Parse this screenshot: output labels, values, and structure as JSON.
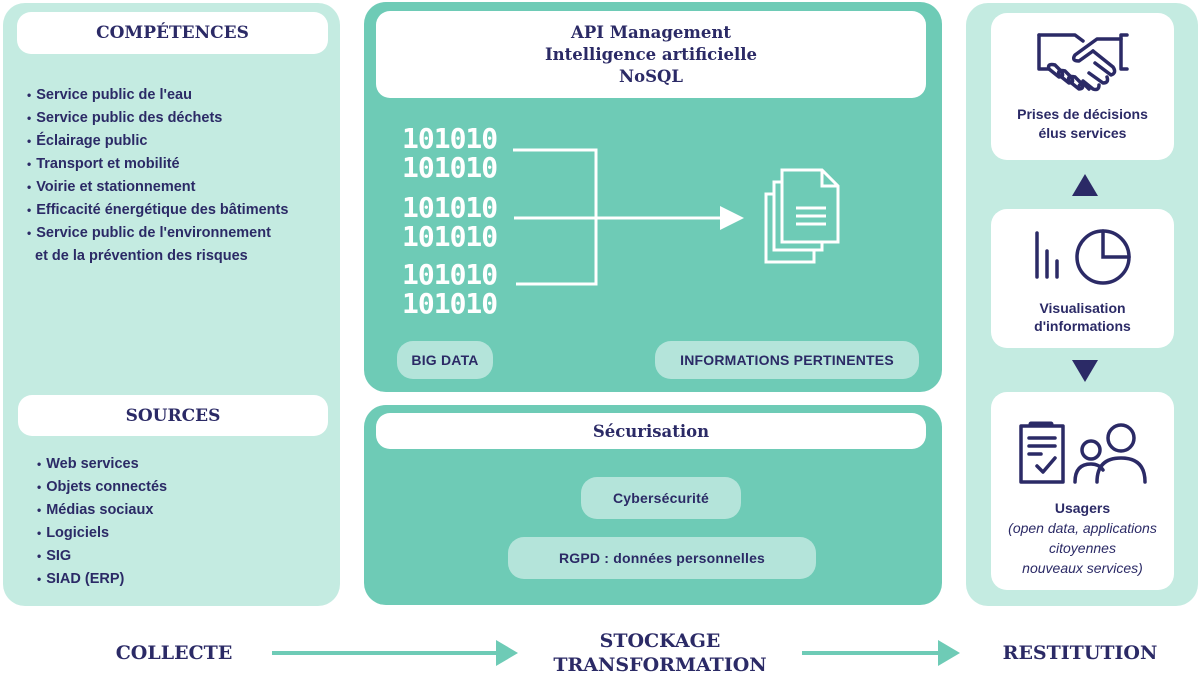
{
  "collecte": {
    "competences": {
      "title": "COMPÉTENCES",
      "items": [
        "Service public de l'eau",
        "Service public des déchets",
        "Éclairage public",
        "Transport et mobilité",
        "Voirie et stationnement",
        "Efficacité énergétique  des bâtiments",
        "Service public  de l'environnement"
      ],
      "continuation": "et de la prévention des risques"
    },
    "sources": {
      "title": "SOURCES",
      "items": [
        "Web services",
        "Objets connectés",
        "Médias sociaux",
        "Logiciels",
        "SIG",
        "SIAD (ERP)"
      ]
    }
  },
  "stockage": {
    "header_lines": [
      "API Management",
      "Intelligence artificielle",
      "NoSQL"
    ],
    "binary_rows": [
      "101010",
      "101010",
      "101010",
      "101010",
      "101010",
      "101010"
    ],
    "big_data_label": "BIG DATA",
    "informations_label": "INFORMATIONS PERTINENTES",
    "icons": {
      "binary": "binary-data-icon",
      "arrow": "merge-arrow-icon",
      "documents": "documents-stack-icon"
    }
  },
  "securisation": {
    "title": "Sécurisation",
    "items": [
      "Cybersécurité",
      "RGPD :  données personnelles"
    ]
  },
  "restitution": {
    "decisions": {
      "icon": "handshake-icon",
      "lines": [
        "Prises de décisions",
        "élus services"
      ]
    },
    "visualisation": {
      "icon": "chart-pie-icon",
      "lines": [
        "Visualisation",
        "d'informations"
      ]
    },
    "usagers": {
      "icon": "clipboard-users-icon",
      "title": "Usagers",
      "detail_lines": [
        "(open data, applications",
        "citoyennes",
        "nouveaux services)"
      ]
    }
  },
  "flow": {
    "steps": [
      "COLLECTE",
      "STOCKAGE",
      "TRANSFORMATION",
      "RESTITUTION"
    ]
  },
  "colors": {
    "navy": "#2b2a66",
    "teal_light": "#c4ebe1",
    "teal_mid": "#6ecbb6",
    "pill": "#b4e4da",
    "arrow": "#6ecbb6"
  }
}
